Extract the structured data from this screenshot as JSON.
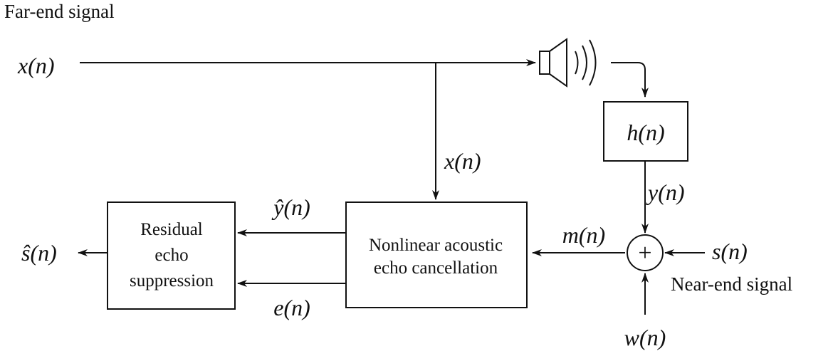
{
  "labels": {
    "far_end_signal": "Far-end signal",
    "near_end_signal": "Near-end signal",
    "x_input": "x(n)",
    "x_branch": "x(n)",
    "h": "h(n)",
    "y": "y(n)",
    "m": "m(n)",
    "s": "s(n)",
    "w": "w(n)",
    "y_hat": "ŷ(n)",
    "e": "e(n)",
    "s_hat": "ŝ(n)"
  },
  "blocks": {
    "residual": [
      "Residual",
      "echo",
      "suppression"
    ],
    "naec": [
      "Nonlinear acoustic",
      "echo cancellation"
    ],
    "adder_symbol": "+"
  },
  "icons": {
    "speaker": "speaker-icon"
  },
  "colors": {
    "line": "#111111",
    "background": "#ffffff"
  }
}
